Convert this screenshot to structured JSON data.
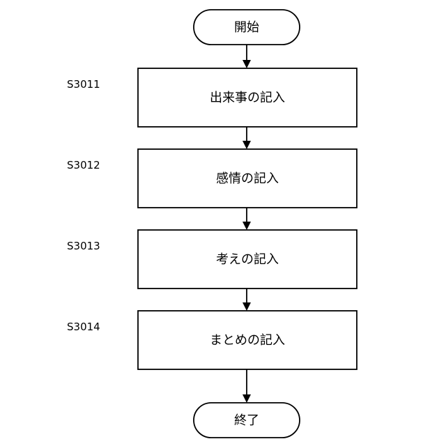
{
  "flowchart": {
    "start": {
      "label": "開始"
    },
    "steps": [
      {
        "id": "S3011",
        "label": "出来事の記入"
      },
      {
        "id": "S3012",
        "label": "感情の記入"
      },
      {
        "id": "S3013",
        "label": "考えの記入"
      },
      {
        "id": "S3014",
        "label": "まとめの記入"
      }
    ],
    "end": {
      "label": "終了"
    }
  }
}
